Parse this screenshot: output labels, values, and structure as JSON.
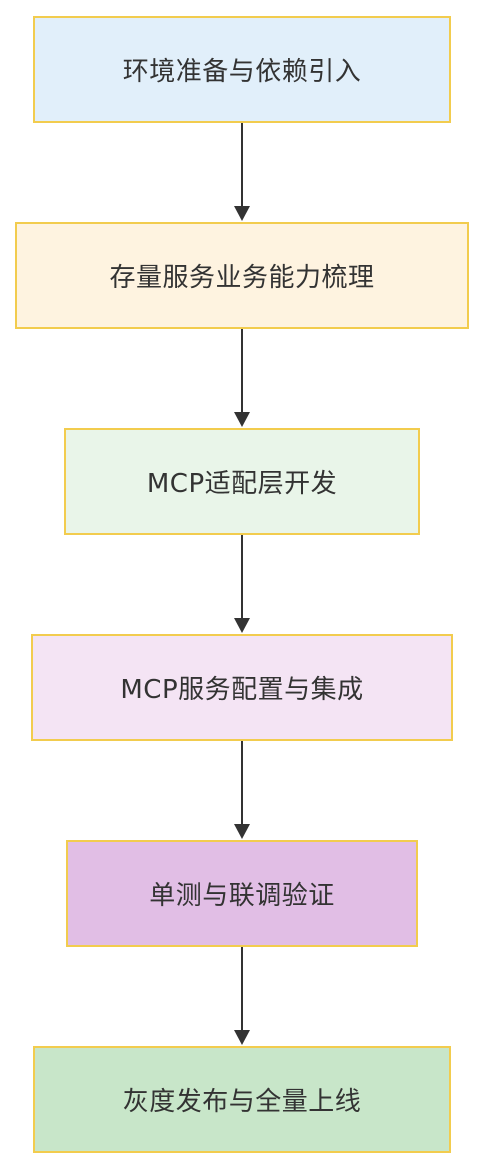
{
  "diagram": {
    "type": "flowchart",
    "direction": "top-to-bottom",
    "arrow_color": "#333333",
    "border_color": "#f2cc4e",
    "nodes": [
      {
        "id": "n1",
        "label": "环境准备与依赖引入",
        "fill": "#e1effa"
      },
      {
        "id": "n2",
        "label": "存量服务业务能力梳理",
        "fill": "#fef3e0"
      },
      {
        "id": "n3",
        "label": "MCP适配层开发",
        "fill": "#e9f5e9"
      },
      {
        "id": "n4",
        "label": "MCP服务配置与集成",
        "fill": "#f4e4f4"
      },
      {
        "id": "n5",
        "label": "单测与联调验证",
        "fill": "#e1bee5"
      },
      {
        "id": "n6",
        "label": "灰度发布与全量上线",
        "fill": "#c8e6c9"
      }
    ],
    "edges": [
      {
        "from": "n1",
        "to": "n2"
      },
      {
        "from": "n2",
        "to": "n3"
      },
      {
        "from": "n3",
        "to": "n4"
      },
      {
        "from": "n4",
        "to": "n5"
      },
      {
        "from": "n5",
        "to": "n6"
      }
    ]
  }
}
